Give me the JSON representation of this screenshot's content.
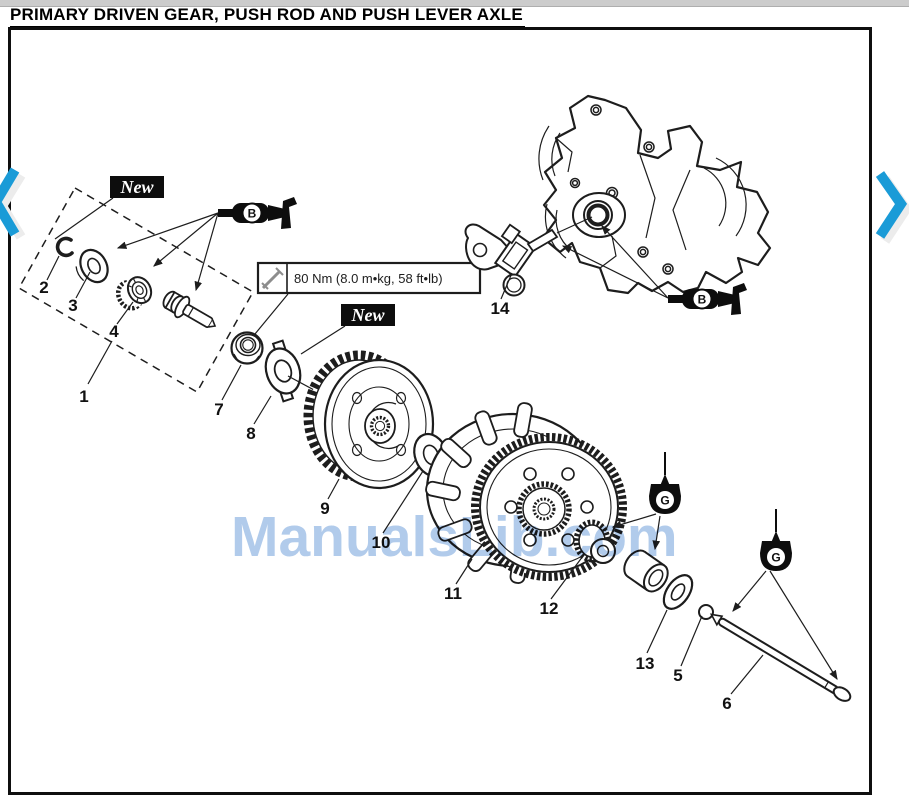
{
  "page": {
    "title": "PRIMARY DRIVEN GEAR, PUSH ROD AND PUSH LEVER AXLE"
  },
  "nav": {
    "prev_icon": "chevron-left",
    "next_icon": "chevron-right",
    "accent_color": "#1a9bd7"
  },
  "diagram": {
    "new_labels": {
      "first": "New",
      "second": "New"
    },
    "torque": {
      "value": "80 Nm (8.0 m•kg, 58 ft•lb)"
    },
    "symbols": {
      "grease": "B",
      "oil": "G"
    },
    "part_numbers": [
      "1",
      "2",
      "3",
      "4",
      "5",
      "6",
      "7",
      "8",
      "9",
      "10",
      "11",
      "12",
      "13",
      "14"
    ]
  },
  "watermark": {
    "text": "ManualsLib.com",
    "color": "#a3c2e8"
  }
}
